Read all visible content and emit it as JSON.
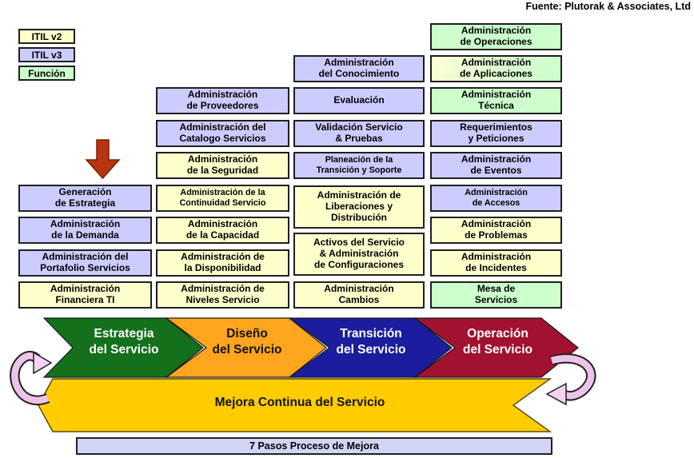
{
  "source_note": "Fuente: Plutorak & Associates, Ltd",
  "legend": {
    "items": [
      {
        "label": "ITIL v2",
        "color": "#ffffcc"
      },
      {
        "label": "ITIL v3",
        "color": "#ccccff"
      },
      {
        "label": "Función",
        "color": "#ccffcc"
      }
    ]
  },
  "palette": {
    "itil_v2_yellow": "#ffffcc",
    "itil_v3_lavender": "#ccccff",
    "funcion_green": "#ccffcc",
    "red_arrow_fill": "#b93410",
    "pink_band": "#eec3ea",
    "pink_head": "#f6d2f2"
  },
  "process_boxes": {
    "estrategia": [
      {
        "label": "Generación\nde Estrategia",
        "bg": "#ccccff"
      },
      {
        "label": "Administración\nde la Demanda",
        "bg": "#ccccff"
      },
      {
        "label": "Administración del\nPortafolio Servicios",
        "bg": "#ccccff"
      },
      {
        "label": "Administración\nFinanciera TI",
        "bg": "#ffffcc"
      }
    ],
    "diseno": [
      {
        "label": "Administración\nde Proveedores",
        "bg": "#ccccff"
      },
      {
        "label": "Administración del\nCatalogo Servicios",
        "bg": "#ccccff"
      },
      {
        "label": "Administración\nde la Seguridad",
        "bg": "#ffffcc"
      },
      {
        "label": "Administración de la\nContinuidad Servicio",
        "bg": "#ffffcc"
      },
      {
        "label": "Administración\nde la Capacidad",
        "bg": "#ffffcc"
      },
      {
        "label": "Administración de\nla Disponibilidad",
        "bg": "#ffffcc"
      },
      {
        "label": "Administración de\nNiveles Servicio",
        "bg": "#ffffcc"
      }
    ],
    "transicion": [
      {
        "label": "Administración\ndel Conocimiento",
        "bg": "#ccccff"
      },
      {
        "label": "Evaluación",
        "bg": "#ccccff"
      },
      {
        "label": "Validación Servicio\n& Pruebas",
        "bg": "#ccccff"
      },
      {
        "label": "Planeación de la\nTransición y Soporte",
        "bg": "#ccccff"
      },
      {
        "label": "Administración de\nLiberaciones y\nDistribución",
        "bg": "#ffffcc"
      },
      {
        "label": "Activos del Servicio\n& Administración\nde Configuraciones",
        "bg": "#ffffcc"
      },
      {
        "label": "Administración\nCambios",
        "bg": "#ffffcc"
      }
    ],
    "operacion": [
      {
        "label": "Administración\nde Operaciones",
        "bg": "#ccffcc"
      },
      {
        "label": "Administración\nde Aplicaciones",
        "bg": "linear-gradient(115deg,#ffffd6 0%,#dcf7d2 55%,#ccffcc 100%)"
      },
      {
        "label": "Administración\nTécnica",
        "bg": "#ccffcc"
      },
      {
        "label": "Requerimientos\ny Peticiones",
        "bg": "#ccccff"
      },
      {
        "label": "Administración\nde Eventos",
        "bg": "#ccccff"
      },
      {
        "label": "Administración\nde Accesos",
        "bg": "#ccccff"
      },
      {
        "label": "Administración\nde Problemas",
        "bg": "#ffffcc"
      },
      {
        "label": "Administración\nde Incidentes",
        "bg": "#ffffcc"
      },
      {
        "label": "Mesa de\nServicios",
        "bg": "#ccffcc"
      }
    ]
  },
  "lifecycle": {
    "stages": [
      {
        "label": "Estrategia\ndel Servicio",
        "color": "#15701c",
        "text_color": "#ffffff"
      },
      {
        "label": "Diseño\ndel Servicio",
        "color": "#ffa51e",
        "text_color": "#101010"
      },
      {
        "label": "Transición\ndel Servicio",
        "color": "#1c1c9e",
        "text_color": "#ffffff"
      },
      {
        "label": "Operación\ndel Servicio",
        "color": "#a31130",
        "text_color": "#ffffff"
      }
    ],
    "continual": {
      "label": "Mejora Continua del Servicio",
      "color": "#ffcc00",
      "text_color": "#141400"
    },
    "seven_steps": {
      "label": "7 Pasos Proceso de Mejora",
      "bg": "#d4d4f7"
    }
  }
}
